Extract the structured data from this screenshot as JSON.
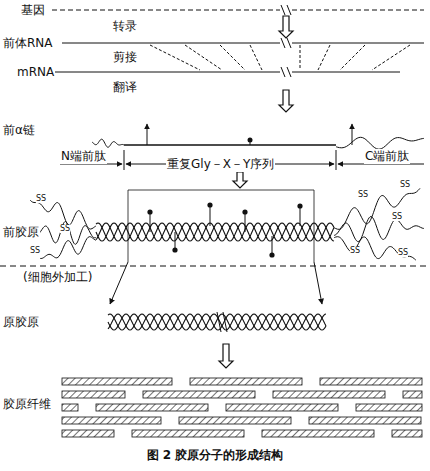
{
  "diagram": {
    "caption": "图 2 胶原分子的形成结构",
    "labels": [
      "基因",
      "转录",
      "前体RNA",
      "剪接",
      "mRNA",
      "翻译",
      "前α链",
      "N端前肽",
      "C端前肽",
      "重复Gly－X－Y序列",
      "前胶原",
      "(细胞外加工)",
      "原胶原",
      "胶原纤维",
      "SS",
      "SS",
      "SS",
      "SS",
      "SS",
      "SS",
      "SS",
      "SS"
    ]
  }
}
